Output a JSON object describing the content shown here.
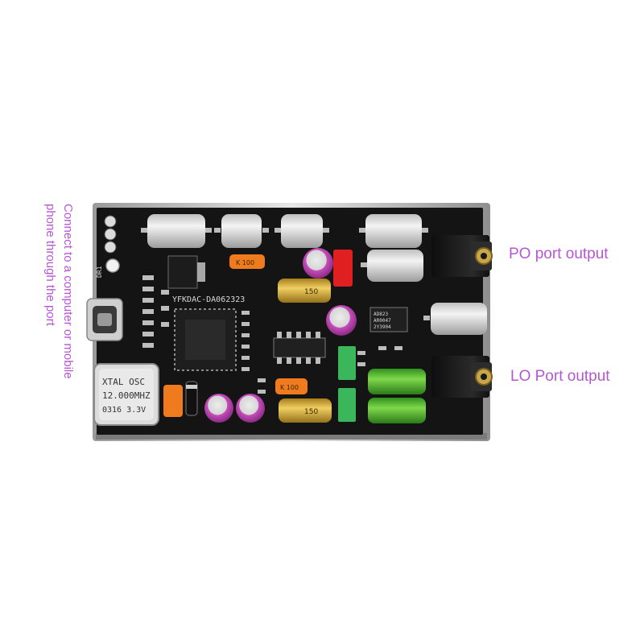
{
  "callouts": {
    "po_output": "PO port output",
    "lo_output": "LO Port output",
    "usb_connect_line1": "Connect to a computer or mobile",
    "usb_connect_line2": "phone through the port"
  },
  "board": {
    "model_silkscreen": "YFKDAC-DA062323",
    "led_silkscreen": "DR1",
    "oscillator": {
      "line1": "XTAL OSC",
      "line2": "12.000MHZ",
      "line3": "0316 3.3V"
    },
    "opamp_marking": {
      "line1": "AD823",
      "line2": "AR0047",
      "line3": "2Y3904"
    },
    "resistor_code": "K 100",
    "cap_code": "150"
  },
  "colors": {
    "callout": "#b657d2",
    "pcb": "#141414",
    "chassis": "#bdbdbd",
    "film_cap": "#f07a1e",
    "electrolytic_green": "#3fae2a",
    "electrolytic_gold": "#d9b23a",
    "electrolytic_purple": "#b13ea8",
    "polymer_cap": "#d8d8d8"
  }
}
